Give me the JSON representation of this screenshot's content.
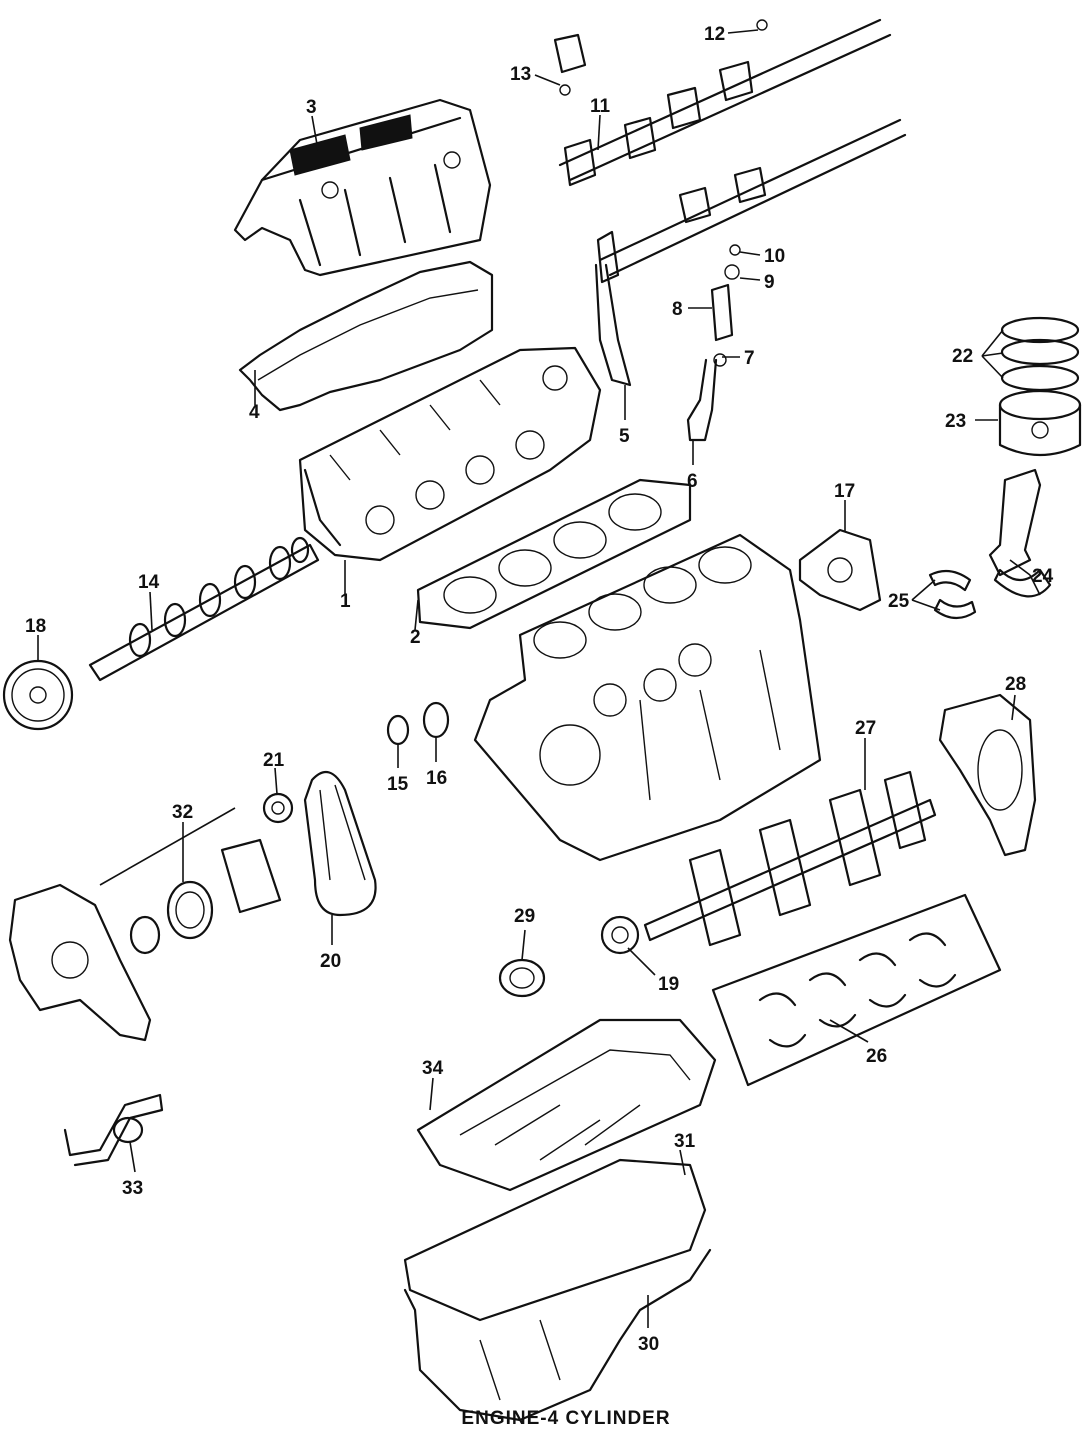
{
  "caption": "ENGINE-4 CYLINDER",
  "callouts": [
    "1",
    "2",
    "3",
    "4",
    "5",
    "6",
    "7",
    "8",
    "9",
    "10",
    "11",
    "12",
    "13",
    "14",
    "15",
    "16",
    "17",
    "18",
    "19",
    "20",
    "21",
    "22",
    "23",
    "24",
    "25",
    "26",
    "27",
    "28",
    "29",
    "30",
    "31",
    "32",
    "33",
    "34"
  ],
  "ink_color": "#111111",
  "background_color": "#ffffff"
}
